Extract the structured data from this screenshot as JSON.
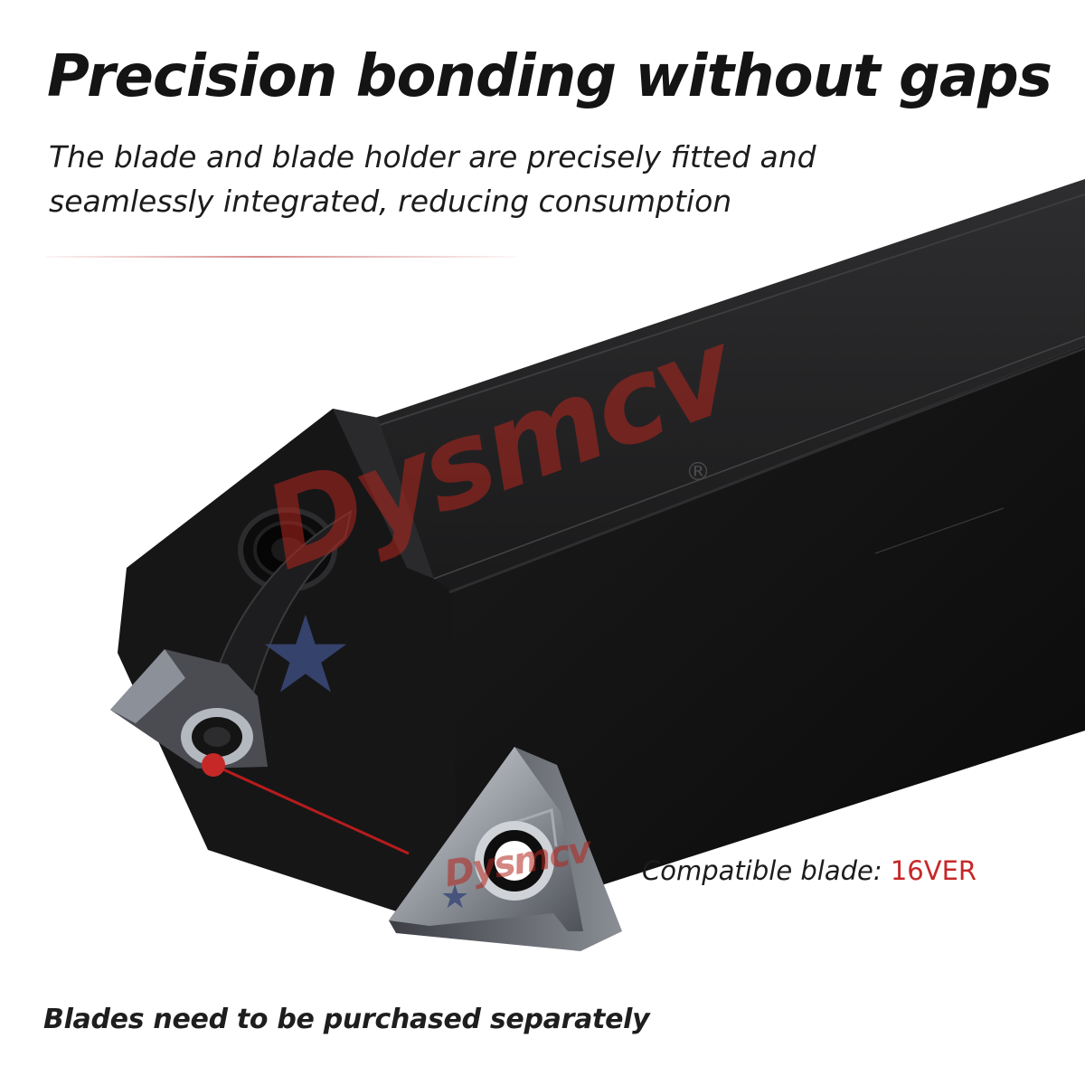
{
  "headline": "Precision bonding without gaps",
  "subheadline": {
    "line1": "The blade and blade holder are precisely fitted and",
    "line2": "seamlessly integrated, reducing consumption"
  },
  "brand": {
    "watermark": "Dysmcv",
    "registered_mark": "®"
  },
  "compatible": {
    "label": "Compatible blade:",
    "model": "16VER"
  },
  "footer_note": "Blades need to be purchased separately",
  "colors": {
    "accent": "#c62828",
    "holder": "#121212",
    "text": "#141414",
    "insert": "#8e939a"
  }
}
